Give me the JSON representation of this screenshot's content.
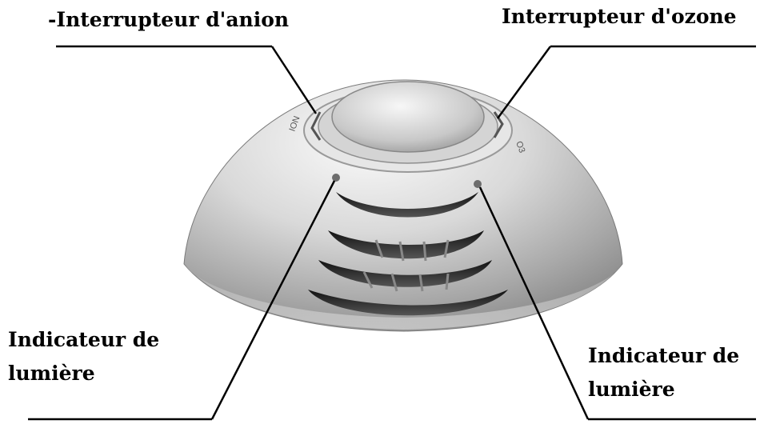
{
  "labels": {
    "anion_switch": "-Interrupteur d'anion",
    "ozone_switch": "Interrupteur d'ozone",
    "indicator_left_line1": "Indicateur de",
    "indicator_left_line2": "lumière",
    "indicator_right_line1": "Indicateur de",
    "indicator_right_line2": "lumière",
    "device_left_marking": "ION",
    "device_right_marking": "O3"
  },
  "colors": {
    "text": "#000000",
    "background": "#ffffff",
    "device_light": "#f2f2f2",
    "device_dark": "#8a8a8a"
  }
}
